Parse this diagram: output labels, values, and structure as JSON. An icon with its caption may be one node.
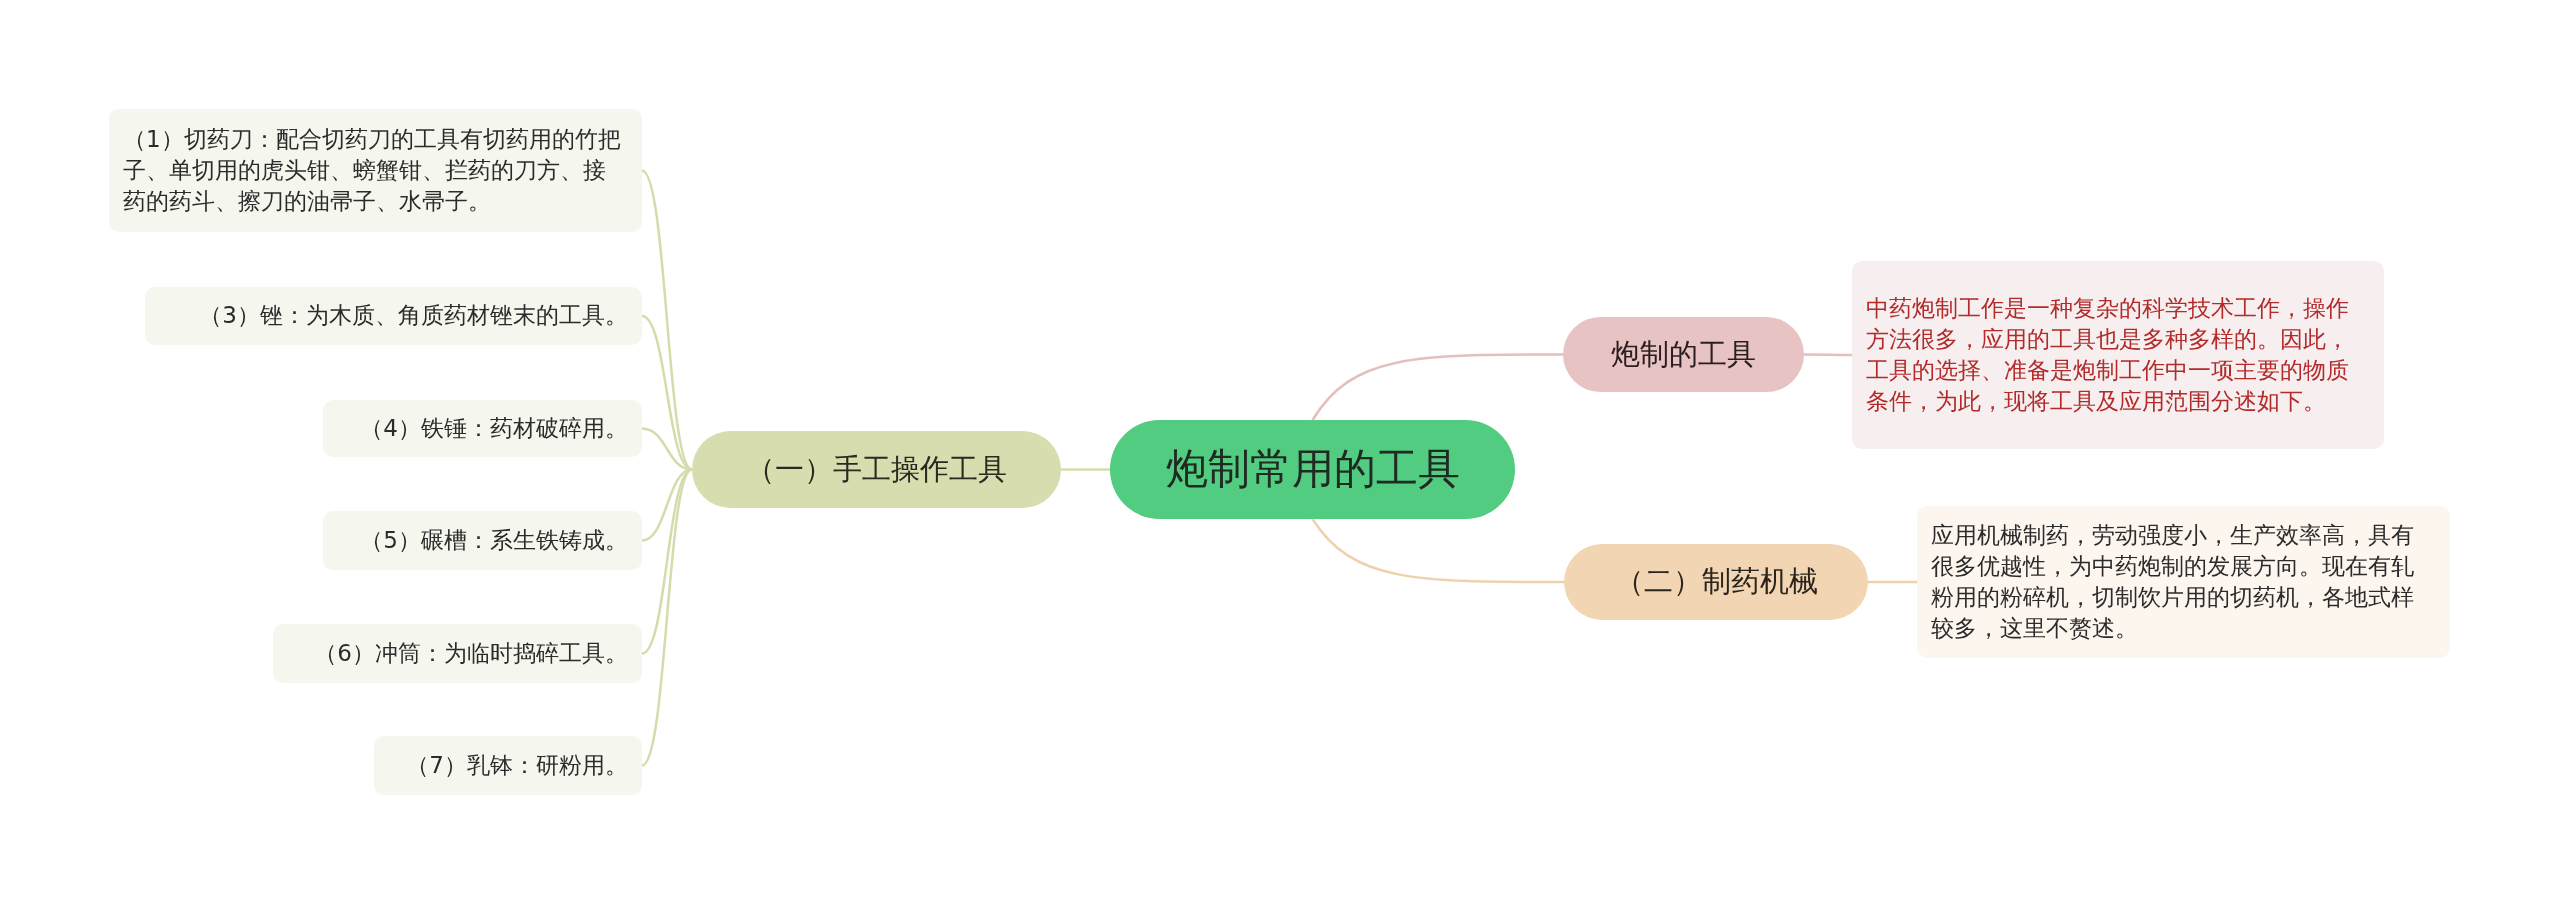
{
  "diagram": {
    "nodes": [
      {
        "text": [
          "炮制常用的工具"
        ]
      },
      {
        "text": [
          "（一）手工操作工具"
        ]
      },
      {
        "text": [
          "（1）切药刀：配合切药刀的工具有切药用的竹把子、单切用的虎头钳、螃蟹钳、拦药的刀方、接药的药斗、擦刀的油帚子、水帚子。"
        ]
      },
      {
        "text": [
          "（3）锉：为木质、角质药材锉末的工具。"
        ]
      },
      {
        "text": [
          "（4）铁锤：药材破碎用。"
        ]
      },
      {
        "text": [
          "（5）碾槽：系生铁铸成。"
        ]
      },
      {
        "text": [
          "（6）冲筒：为临时捣碎工具。"
        ]
      },
      {
        "text": [
          "（7）乳钵：研粉用。"
        ]
      },
      {
        "text": [
          "炮制的工具"
        ]
      },
      {
        "text": [
          "中药炮制工作是一种复杂的科学技术工作，操作方法很多，应用的工具也是多种多样的。因此，工具的选择、准备是炮制工作中一项主要的物质条件，为此，现将工具及应用范围分述如下。"
        ]
      },
      {
        "text": [
          "（二）制药机械"
        ]
      },
      {
        "text": [
          "应用机械制药，劳动强度小，生产效率高，具有很多优越性，为中药炮制的发展方向。现在有轧粉用的粉碎机，切制饮片用的切药机，各地式样较多，这里不赘述。"
        ]
      }
    ],
    "edges": [
      {
        "from": 0,
        "to": 1,
        "arrow": "none"
      },
      {
        "from": 1,
        "to": 2,
        "arrow": "none"
      },
      {
        "from": 1,
        "to": 3,
        "arrow": "none"
      },
      {
        "from": 1,
        "to": 4,
        "arrow": "none"
      },
      {
        "from": 1,
        "to": 5,
        "arrow": "none"
      },
      {
        "from": 1,
        "to": 6,
        "arrow": "none"
      },
      {
        "from": 1,
        "to": 7,
        "arrow": "none"
      },
      {
        "from": 0,
        "to": 8,
        "arrow": "none",
        "color": "#e3bfbf"
      },
      {
        "from": 8,
        "to": 9,
        "arrow": "none",
        "color": "#e3bfbf"
      },
      {
        "from": 0,
        "to": 10,
        "arrow": "none",
        "color": "#efd2ad"
      },
      {
        "from": 10,
        "to": 11,
        "arrow": "none",
        "color": "#efd2ad"
      }
    ]
  }
}
